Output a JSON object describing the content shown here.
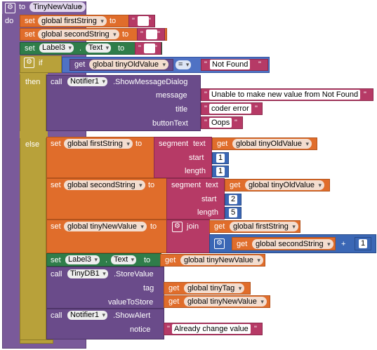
{
  "procedure": {
    "to": "to",
    "name": "TinyNewValue",
    "do": "do"
  },
  "kw": {
    "set": "set",
    "to": "to",
    "get": "get",
    "call": "call",
    "if": "if",
    "then": "then",
    "else": "else",
    "join": "join",
    "dot": ".",
    "eq": "=",
    "plus": "+",
    "segment": "segment",
    "text": "text",
    "start": "start",
    "length": "length"
  },
  "vars": {
    "firstString": "global firstString",
    "secondString": "global secondString",
    "tinyOldValue": "global tinyOldValue",
    "tinyNewValue": "global tinyNewValue",
    "tinyTag": "global tinyTag"
  },
  "components": {
    "label3": "Label3",
    "text_prop": "Text",
    "notifier1": "Notifier1",
    "tinydb1": "TinyDB1"
  },
  "methods": {
    "showMessageDialog": ".ShowMessageDialog",
    "storeValue": ".StoreValue",
    "showAlert": ".ShowAlert"
  },
  "params": {
    "message": "message",
    "title": "title",
    "buttonText": "buttonText",
    "tag": "tag",
    "valueToStore": "valueToStore",
    "notice": "notice"
  },
  "strings": {
    "empty": " ",
    "notFound": "Not Found",
    "unableMsg": "Unable to make new value from Not Found",
    "coderError": "coder error",
    "oops": "Oops",
    "alreadyChange": "Already change value"
  },
  "numbers": {
    "one": "1",
    "two": "2",
    "five": "5"
  },
  "colors": {
    "procedure": "#7a5a9a",
    "control": "#b8a13a",
    "variables": "#e06d2b",
    "text": "#b63a66",
    "math": "#3b67b5",
    "logic": "#4f72c4",
    "label": "#2f7d4a",
    "components": "#6a4b8a"
  }
}
